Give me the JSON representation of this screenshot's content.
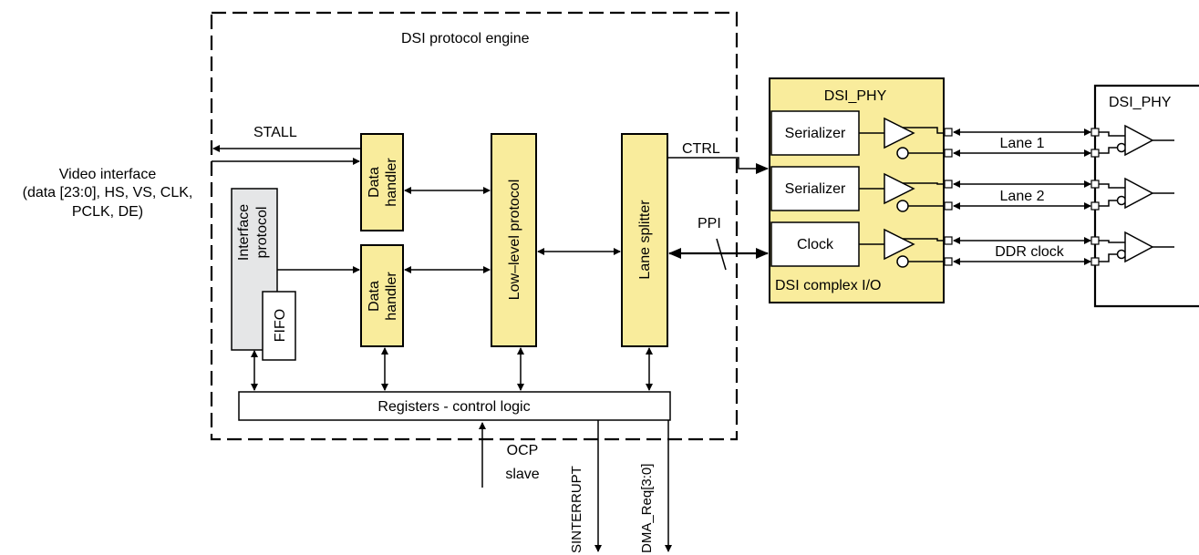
{
  "engine": {
    "title": "DSI protocol engine"
  },
  "signals": {
    "stall": "STALL",
    "ctrl": "CTRL",
    "ppi": "PPI",
    "ocp_line1": "OCP",
    "ocp_line2": "slave",
    "sinterrupt": "SINTERRUPT",
    "dma_req": "DMA_Req[3:0]"
  },
  "video_interface": {
    "line1": "Video interface",
    "line2": "(data [23:0], HS, VS, CLK,",
    "line3": "PCLK, DE)"
  },
  "blocks": {
    "interface_protocol_line1": "Interface",
    "interface_protocol_line2": "protocol",
    "fifo": "FIFO",
    "data_handler_line1": "Data",
    "data_handler_line2": "handler",
    "low_level_protocol": "Low–level protocol",
    "lane_splitter": "Lane splitter",
    "registers": "Registers - control logic"
  },
  "phy": {
    "title": "DSI_PHY",
    "serializer": "Serializer",
    "clock": "Clock",
    "complex_io": "DSI complex I/O",
    "lane1": "Lane 1",
    "lane2": "Lane 2",
    "ddr_clock": "DDR clock",
    "remote_title": "DSI_PHY"
  },
  "colors": {
    "block_fill": "#f9ec9c",
    "interface_fill": "#e5e6e7",
    "line": "#000000"
  }
}
